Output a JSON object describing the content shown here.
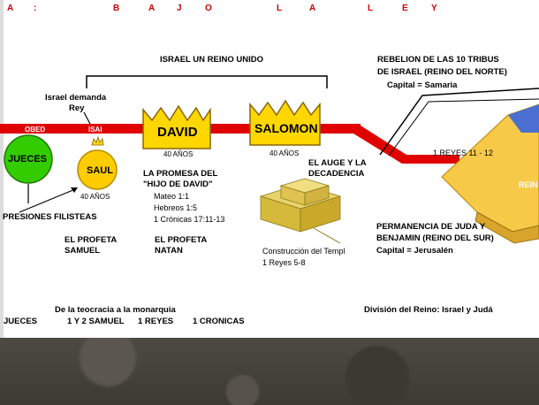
{
  "header": {
    "letters": [
      "A",
      ":",
      "B",
      "A",
      "J",
      "O",
      "L",
      "A",
      "L",
      "E",
      "Y"
    ]
  },
  "diagram": {
    "reino_unido": "ISRAEL UN REINO UNIDO",
    "israel_demanda_1": "Israel demanda",
    "israel_demanda_2": "Rey",
    "obed": "OBED",
    "isai": "ISAI",
    "jueces_circle": "JUECES",
    "saul_circle": "SAUL",
    "saul_years": "40 AÑOS",
    "presiones": "PRESIONES FILISTEAS",
    "profeta_samuel_1": "EL PROFETA",
    "profeta_samuel_2": "SAMUEL",
    "david": "DAVID",
    "david_years": "40 AÑOS",
    "salomon": "SALOMON",
    "salomon_years": "40 AÑOS",
    "promesa_1": "LA PROMESA DEL",
    "promesa_2": "\"HIJO DE DAVID\"",
    "ref_mateo": "Mateo 1:1",
    "ref_hebreos": "Hebreos 1:5",
    "ref_cronicas": "1 Crónicas 17:11-13",
    "profeta_natan_1": "EL PROFETA",
    "profeta_natan_2": "NATAN",
    "auge_1": "EL AUGE Y LA",
    "auge_2": "DECADENCIA",
    "templo_1": "Construcción del Templ",
    "templo_2": "1 Reyes 5-8",
    "rebelion_1": "REBELION DE LAS 10 TRIBUS",
    "rebelion_2": "DE ISRAEL (REINO DEL NORTE)",
    "rebelion_3": "Capital = Samaria",
    "reyes_ref": "1 REYES 11 - 12",
    "reino_label": "REIN",
    "sur_1": "PERMANENCIA DE JUDA Y",
    "sur_2": "BENJAMIN (REINO DEL SUR)",
    "sur_3": "Capital  =  Jerusalén",
    "teocracia": "De la teocracia a la monarquia",
    "division": "División del Reino: Israel y Judá",
    "books": [
      "JUECES",
      "1 Y 2 SAMUEL",
      "1 REYES",
      "1 CRONICAS"
    ]
  },
  "colors": {
    "timeline": "#e00000",
    "crown": "#ffd700",
    "jueces": "#33cc00",
    "saul": "#ffcc00",
    "header": "#cc0000"
  }
}
